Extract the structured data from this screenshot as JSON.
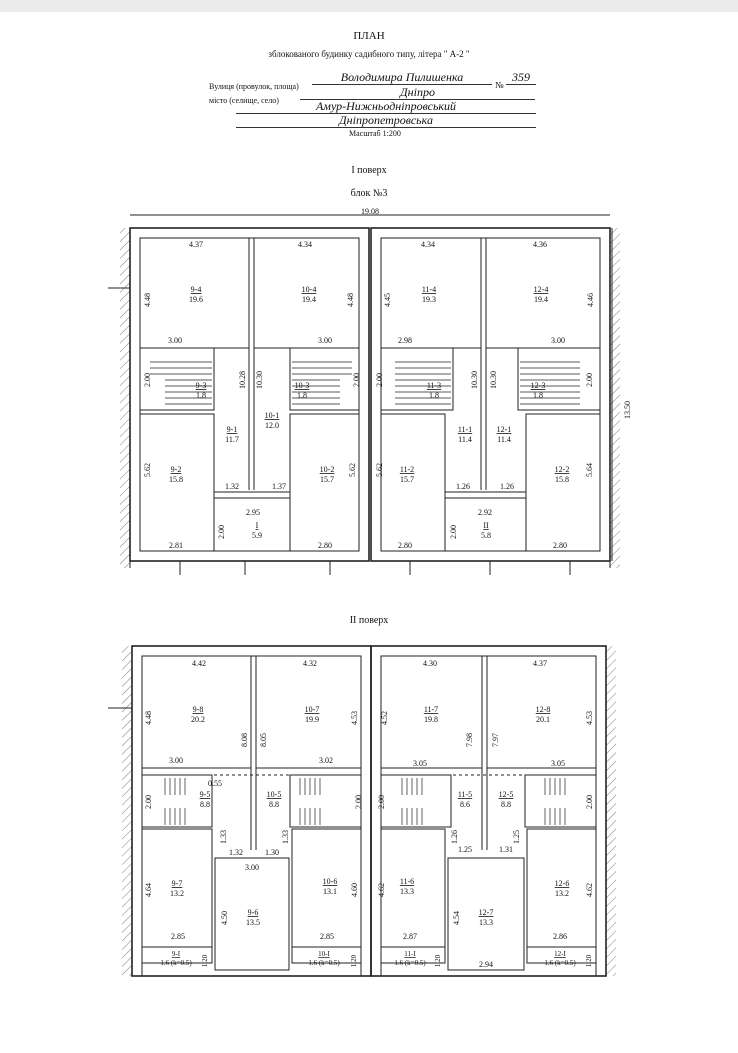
{
  "header": {
    "title": "ПЛАН",
    "subtitle": "зблокованого будинку садибного типу, літера \" А-2 \"",
    "street_label": "Вулиця (провулок, площа)",
    "street": "Володимира Пилишенка",
    "number_label": "№",
    "number": "359",
    "city_label": "місто (селище, село)",
    "city": "Дніпро",
    "district": "Амур-Нижньодніпровський",
    "region": "Дніпропетровська",
    "scale": "Масштаб 1:200"
  },
  "floor1": {
    "title": "І поверх",
    "block": "блок №3",
    "overall_width": "19.08",
    "overall_height": "13.50",
    "dims": {
      "top": [
        "4.37",
        "4.34",
        "4.34",
        "4.36"
      ],
      "left_heights": [
        "4.48",
        "4.48",
        "4.45",
        "4.46"
      ],
      "stair_widths": [
        "3.00",
        "3.00",
        "2.98",
        "3.00"
      ],
      "stair_heights": [
        "2.00",
        "2.00",
        "2.00",
        "2.00"
      ],
      "corridor": [
        "10.28",
        "10.30",
        "10.30",
        "10.30"
      ],
      "low_heights": [
        "5.62",
        "5.62",
        "5.62",
        "5.64"
      ],
      "hall": [
        "1.32",
        "1.37",
        "1.26",
        "1.26"
      ],
      "vest_w": [
        "2.95",
        "2.92"
      ],
      "vest_h": [
        "2.00",
        "2.00"
      ],
      "bottom": [
        "2.81",
        "2.80",
        "2.80",
        "2.80"
      ]
    },
    "rooms": [
      {
        "num": "9-4",
        "area": "19.6"
      },
      {
        "num": "10-4",
        "area": "19.4"
      },
      {
        "num": "11-4",
        "area": "19.3"
      },
      {
        "num": "12-4",
        "area": "19.4"
      },
      {
        "num": "9-3",
        "area": "1.8"
      },
      {
        "num": "10-3",
        "area": "1.8"
      },
      {
        "num": "11-3",
        "area": "1.8"
      },
      {
        "num": "12-3",
        "area": "1.8"
      },
      {
        "num": "9-1",
        "area": "11.7"
      },
      {
        "num": "10-1",
        "area": "12.0"
      },
      {
        "num": "11-1",
        "area": "11.4"
      },
      {
        "num": "12-1",
        "area": "11.4"
      },
      {
        "num": "9-2",
        "area": "15.8"
      },
      {
        "num": "10-2",
        "area": "15.7"
      },
      {
        "num": "11-2",
        "area": "15.7"
      },
      {
        "num": "12-2",
        "area": "15.8"
      },
      {
        "num": "I",
        "area": "5.9"
      },
      {
        "num": "II",
        "area": "5.8"
      }
    ]
  },
  "floor2": {
    "title": "ІІ поверх",
    "dims": {
      "top": [
        "4.42",
        "4.32",
        "4.30",
        "4.37"
      ],
      "left_heights": [
        "4.48",
        "4.53",
        "4.52",
        "4.53"
      ],
      "corridor": [
        "8.08",
        "8.05",
        "7.98",
        "7.97"
      ],
      "stair_widths": [
        "3.00",
        "3.02",
        "3.05",
        "3.05"
      ],
      "stair_heights": [
        "2.00",
        "2.00",
        "2.00",
        "2.00"
      ],
      "land": [
        "0.55"
      ],
      "corr_low": [
        "1.33",
        "1.33",
        "1.26",
        "1.25"
      ],
      "hall": [
        "1.32",
        "1.30",
        "1.25",
        "1.31"
      ],
      "mid_w": [
        "3.00"
      ],
      "mid_h": [
        "4.50",
        "4.54"
      ],
      "low_heights": [
        "4.64",
        "4.60",
        "4.62",
        "4.62"
      ],
      "bottom": [
        "2.85",
        "2.85",
        "2.87",
        "2.86"
      ],
      "bal_h": [
        "1.20",
        "1.20",
        "1.20",
        "1.20"
      ],
      "mid_bottom": [
        "2.94"
      ]
    },
    "rooms": [
      {
        "num": "9-8",
        "area": "20.2"
      },
      {
        "num": "10-7",
        "area": "19.9"
      },
      {
        "num": "11-7",
        "area": "19.8"
      },
      {
        "num": "12-8",
        "area": "20.1"
      },
      {
        "num": "9-5",
        "area": "8.8"
      },
      {
        "num": "10-5",
        "area": "8.8"
      },
      {
        "num": "11-5",
        "area": "8.6"
      },
      {
        "num": "12-5",
        "area": "8.8"
      },
      {
        "num": "9-7",
        "area": "13.2"
      },
      {
        "num": "10-6",
        "area": "13.1"
      },
      {
        "num": "11-6",
        "area": "13.3"
      },
      {
        "num": "12-6",
        "area": "13.2"
      },
      {
        "num": "9-6",
        "area": "13.5"
      },
      {
        "num": "12-7",
        "area": "13.3"
      },
      {
        "num": "9-I",
        "area": "1.6 (k=0.5)"
      },
      {
        "num": "10-I",
        "area": "1.6 (k=0.5)"
      },
      {
        "num": "11-I",
        "area": "1.6 (k=0.5)"
      },
      {
        "num": "12-I",
        "area": "1.6 (k=0.5)"
      }
    ]
  }
}
